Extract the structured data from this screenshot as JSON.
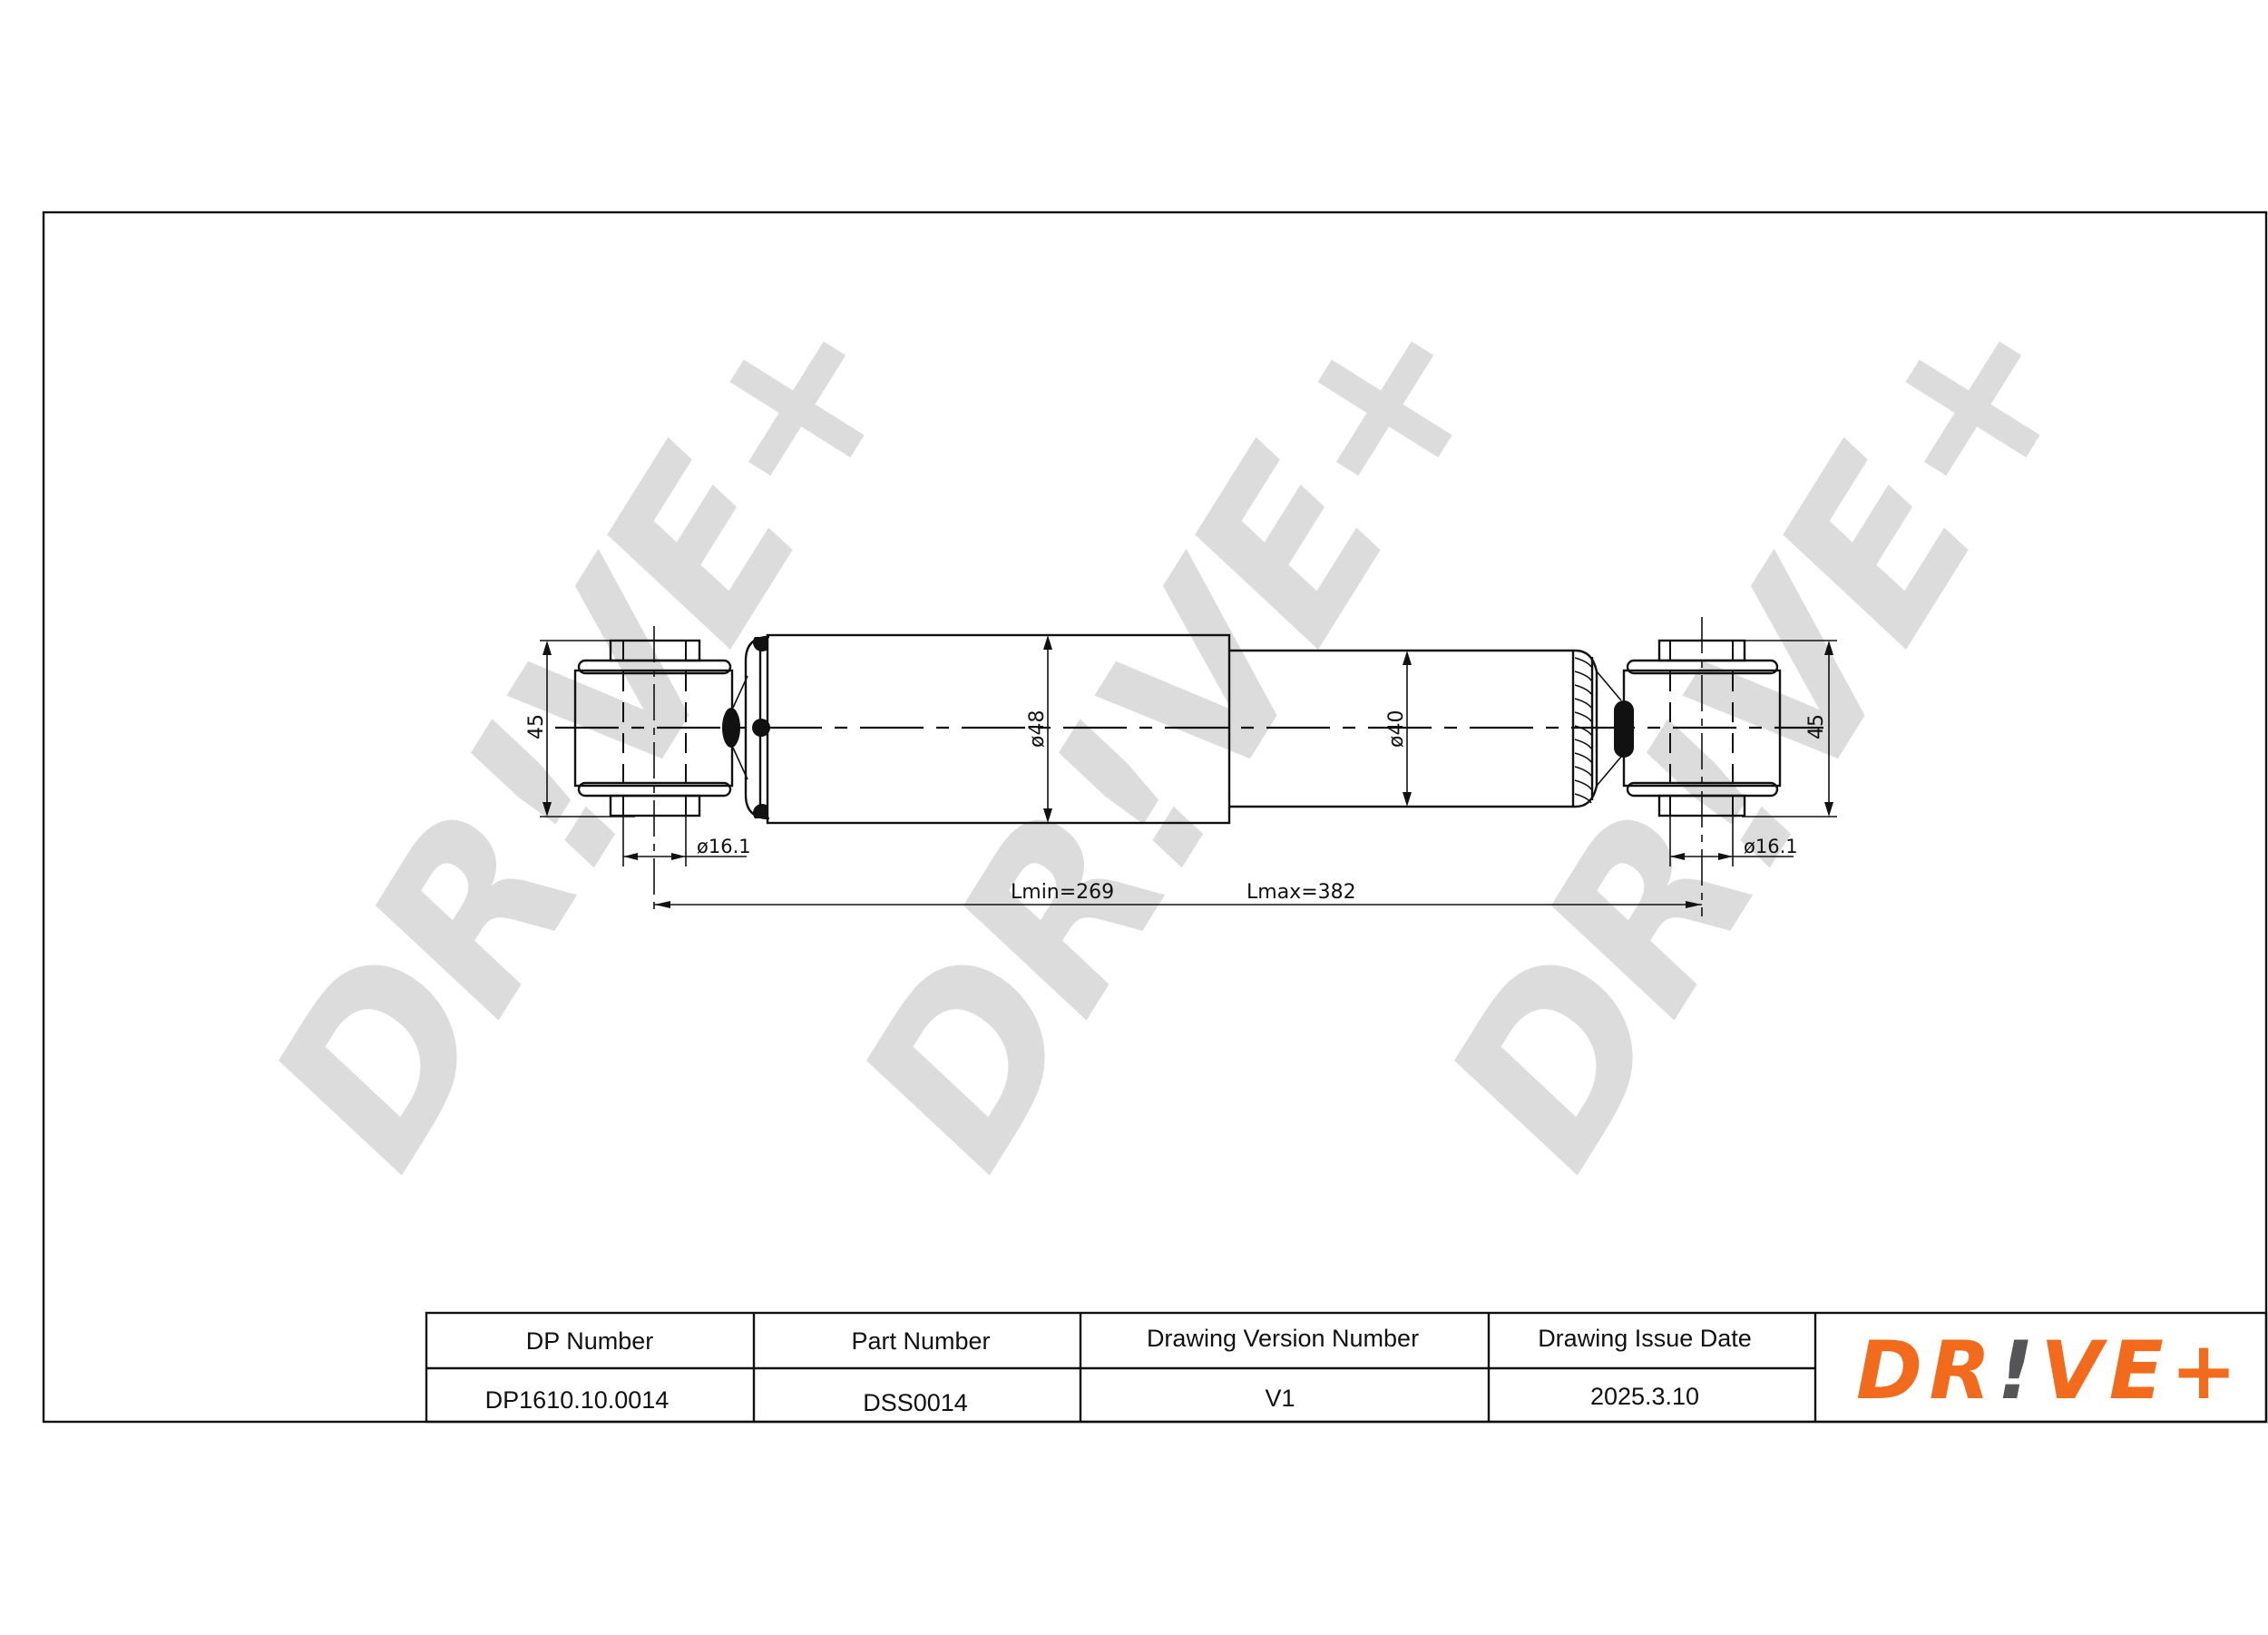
{
  "drawing": {
    "watermark_text": "DR!VE+",
    "dimensions": {
      "left_eye_height": "45",
      "right_eye_height": "45",
      "left_bore": "ø16.1",
      "right_bore": "ø16.1",
      "tube_outer_diameter": "ø48",
      "tube_inner_diameter": "ø40",
      "length_min": "Lmin=269",
      "length_max": "Lmax=382"
    }
  },
  "title_block": {
    "headers": [
      "DP Number",
      "Part Number",
      "Drawing Version Number",
      "Drawing Issue Date"
    ],
    "values": [
      "DP1610.10.0014",
      "DSS0014",
      "V1",
      "2025.3.10"
    ],
    "logo": {
      "text_left": "DR",
      "text_bang": "!",
      "text_right": "VE+",
      "primary_color": "#f26b1d",
      "accent_color": "#555558"
    }
  }
}
